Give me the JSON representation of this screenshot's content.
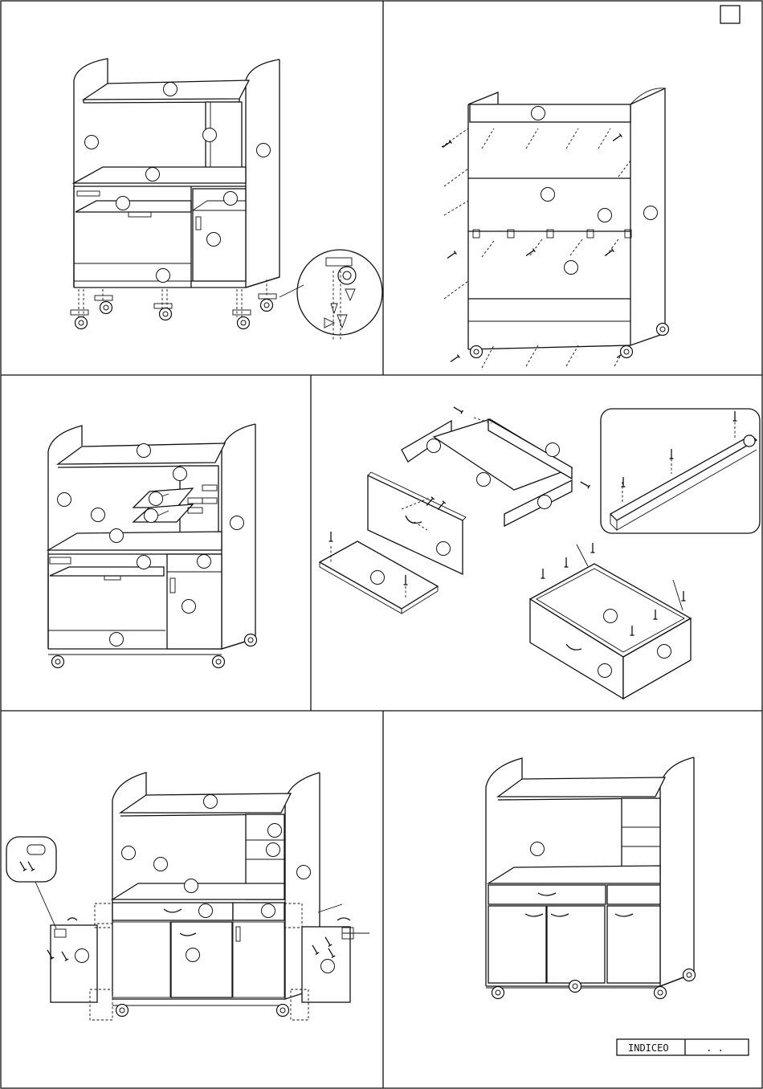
{
  "page": {
    "step_box_label": "",
    "legend": {
      "label": "INDICEO",
      "value": ". ."
    }
  },
  "panels": [
    {
      "id": "panel-1",
      "caption": ""
    },
    {
      "id": "panel-2",
      "caption": ""
    },
    {
      "id": "panel-3",
      "caption": ""
    },
    {
      "id": "panel-4",
      "caption": ""
    },
    {
      "id": "panel-5",
      "caption": ""
    },
    {
      "id": "panel-6",
      "caption": ""
    }
  ],
  "icons": {
    "screw": "screw-icon",
    "caster_wheel": "caster-wheel-icon",
    "part_callout": "part-number-circle",
    "drawer_handle": "drawer-handle-icon",
    "drawer_runner": "drawer-runner-icon",
    "hinge": "hinge-icon",
    "magnifier": "detail-magnifier-circle"
  }
}
